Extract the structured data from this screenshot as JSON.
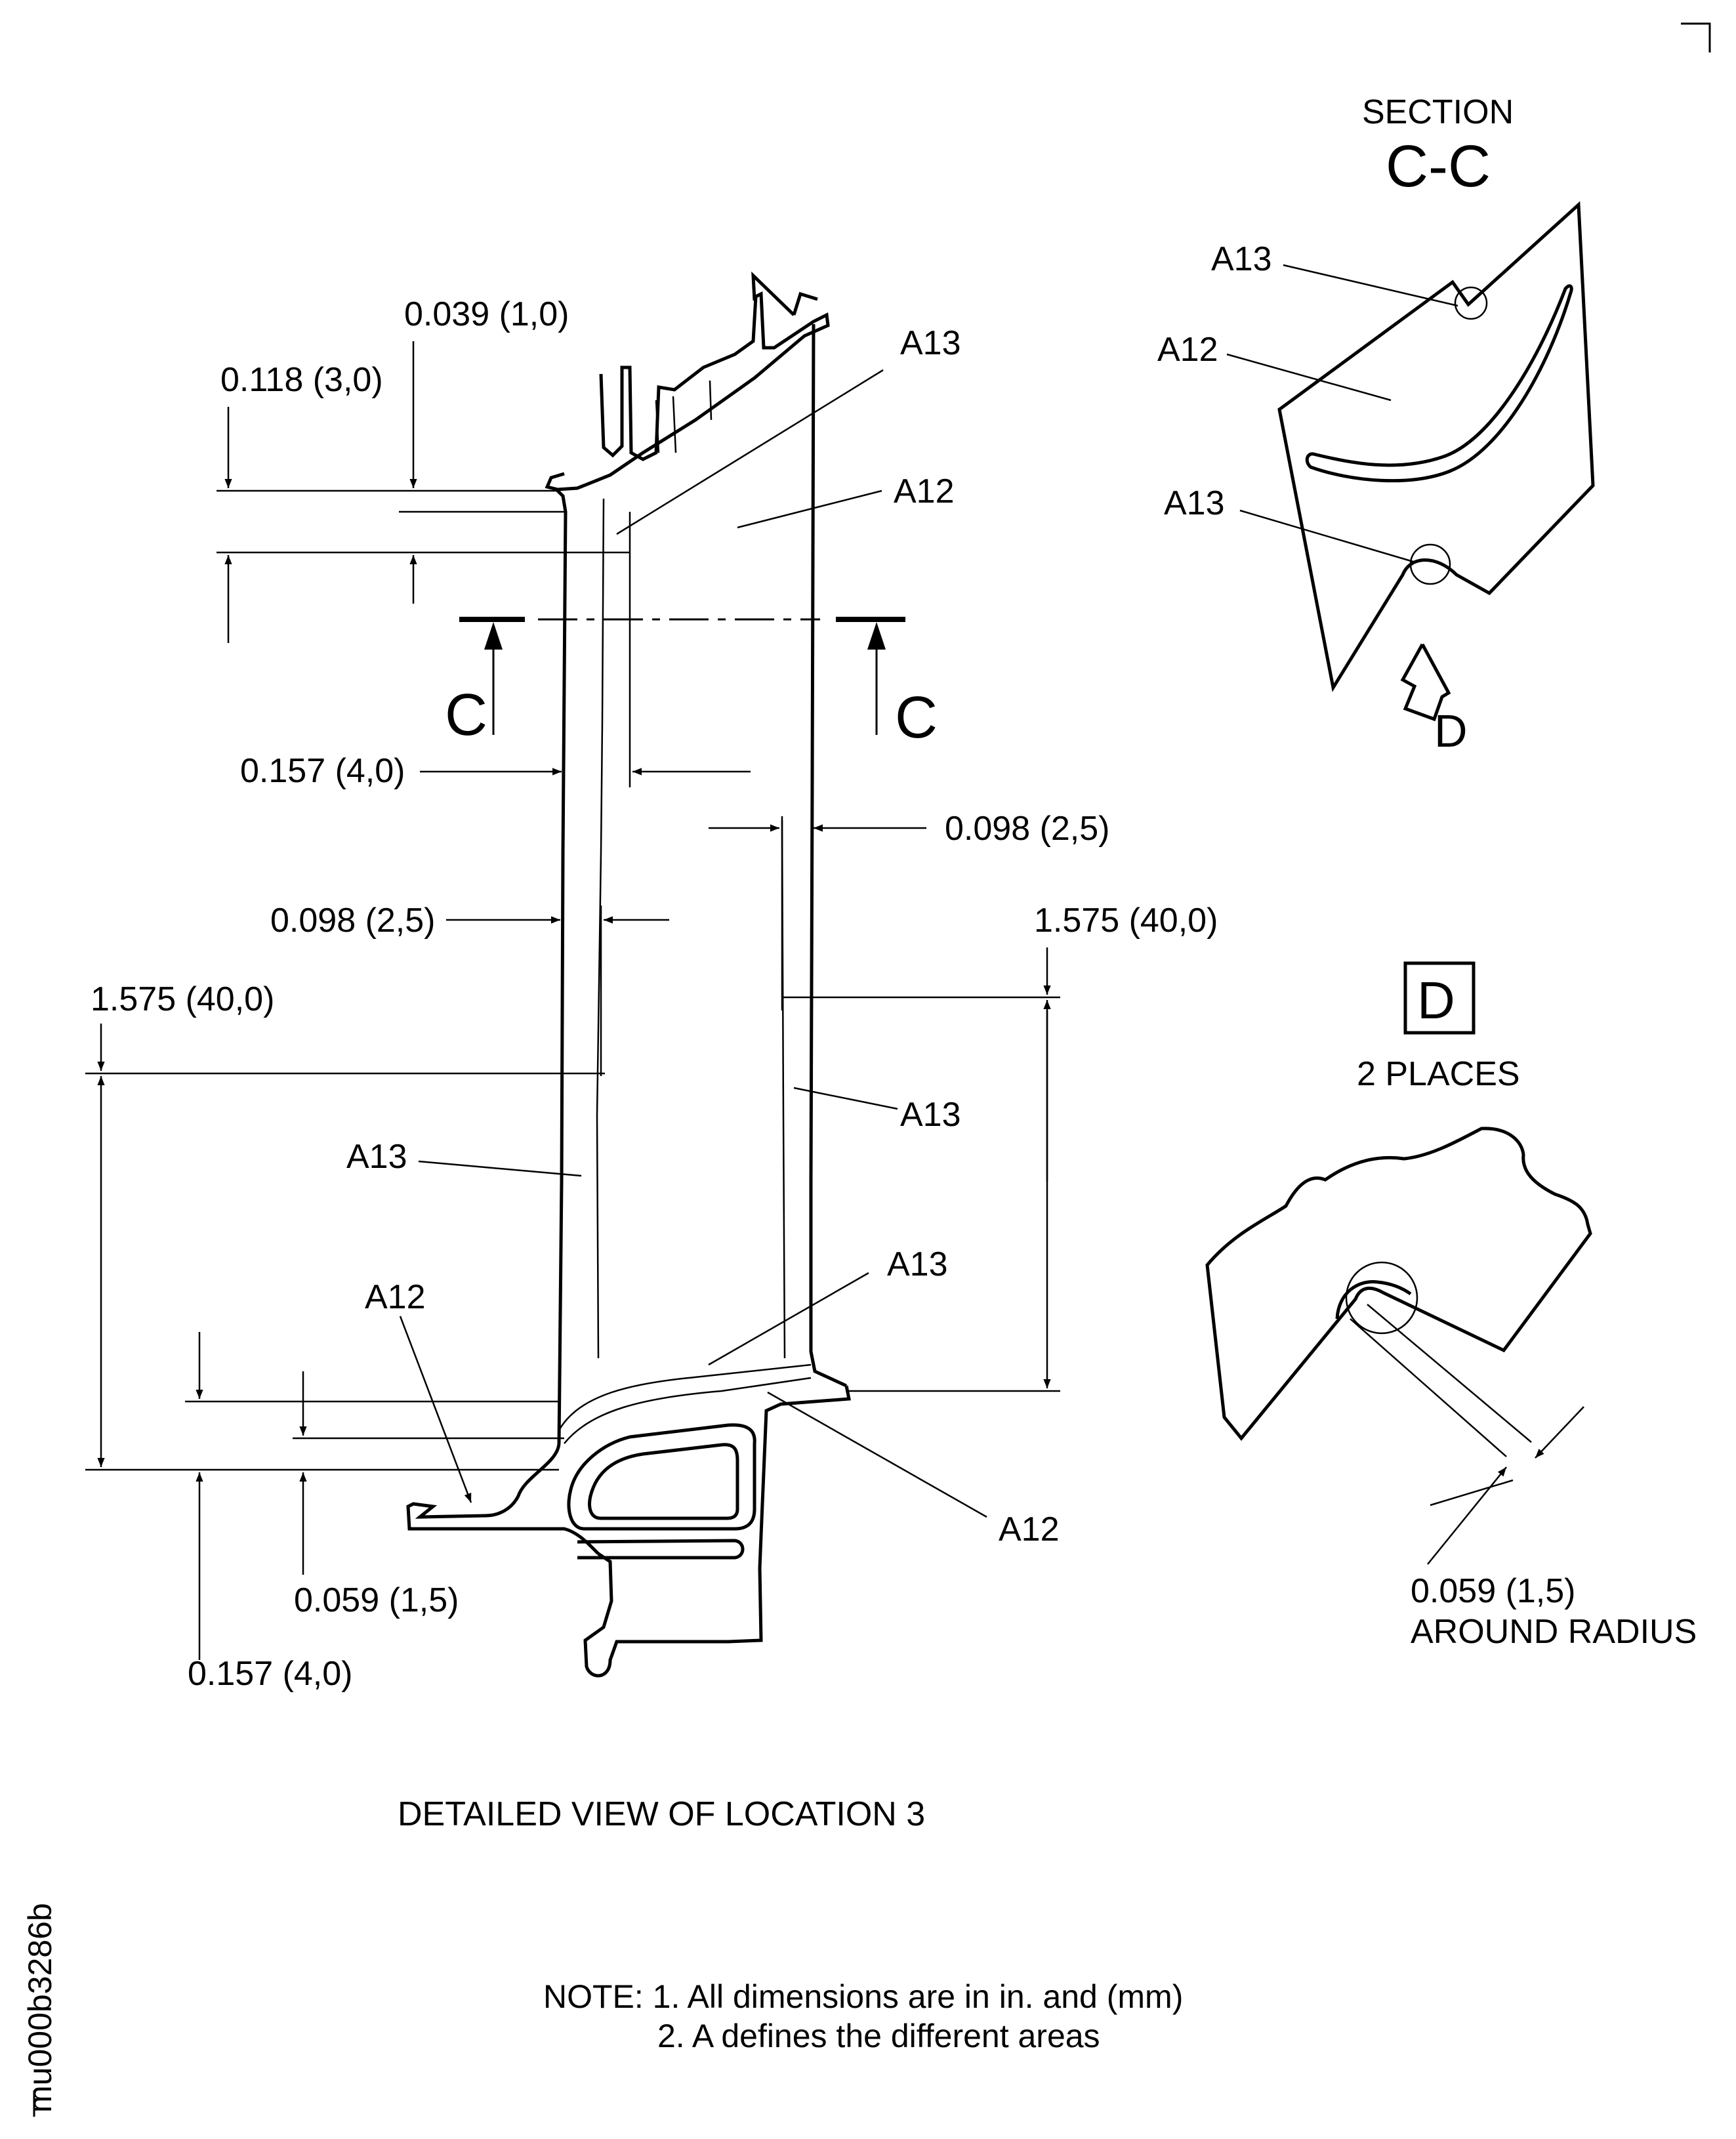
{
  "section_cc": {
    "title": "SECTION",
    "name": "C-C"
  },
  "section_marker": {
    "left": "C",
    "right": "C"
  },
  "view_d": {
    "letter": "D",
    "places": "2 PLACES",
    "dim": "0.059 (1,5)",
    "dim_note": "AROUND RADIUS",
    "detail_arrow": "D"
  },
  "dims": {
    "d_0039": "0.039 (1,0)",
    "d_0118": "0.118 (3,0)",
    "d_0157_top": "0.157 (4,0)",
    "d_0098_right": "0.098 (2,5)",
    "d_0098_left": "0.098 (2,5)",
    "d_1575_right": "1.575 (40,0)",
    "d_1575_left": "1.575 (40,0)",
    "d_0059_bottom": "0.059 (1,5)",
    "d_0157_bottom": "0.157 (4,0)"
  },
  "areas": {
    "a13_top": "A13",
    "a12_top": "A12",
    "a13_right": "A13",
    "a13_left": "A13",
    "a12_left": "A12",
    "a13_bottom": "A13",
    "a12_bottom": "A12",
    "cc_a13_top": "A13",
    "cc_a12": "A12",
    "cc_a13_bottom": "A13"
  },
  "caption": "DETAILED VIEW OF LOCATION 3",
  "notes": {
    "line1": "NOTE: 1. All dimensions are in in. and (mm)",
    "line2": "2. A defines the different areas"
  },
  "figure_id": "mu000b3286b"
}
